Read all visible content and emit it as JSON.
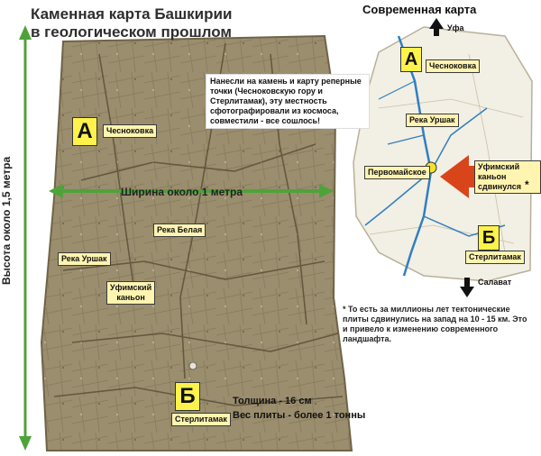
{
  "titles": {
    "left_line1": "Каменная карта Башкирии",
    "left_line2": "в геологическом прошлом",
    "right": "Современная карта"
  },
  "dimensions": {
    "height": "Высота около 1,5 метра",
    "width": "Ширина около 1 метра",
    "thickness": "Толщина - 16 см",
    "weight": "Вес плиты - более 1 тонны"
  },
  "stone_map": {
    "marker_a": "А",
    "marker_b": "Б",
    "labels": {
      "chesnokovka": "Чесноковка",
      "belaya": "Река Белая",
      "urshak": "Река Уршак",
      "canyon": "Уфимский\nканьон",
      "sterlitamak": "Стерлитамак"
    }
  },
  "note_text": "Нанесли на камень и карту реперные точки (Чесноковскую гору и Стерлитамак), эту местность сфотографировали из космоса, совместили - все сошлось!",
  "modern_map": {
    "marker_a": "А",
    "marker_b": "Б",
    "labels": {
      "chesnokovka": "Чесноковка",
      "urshak": "Река Уршак",
      "pervomaiskoe": "Первомайское",
      "canyon": "Уфимский\nканьон сдвинулся",
      "canyon_star": "*",
      "sterlitamak": "Стерлитамак"
    },
    "directions": {
      "north": "Уфа",
      "south": "Салават"
    }
  },
  "footnote": "* То есть за миллионы лет тектонические плиты сдвинулись на запад на 10 - 15 км. Это и привело к изменению современного ландшафта.",
  "colors": {
    "stone": "#9b8e6e",
    "stone_dark": "#6f6448",
    "modern_bg": "#f2efe4",
    "rivers": "#2f7fc1",
    "arrow_green": "#4fa23a",
    "arrow_red": "#d9451b",
    "label_fill": "#fff4b0",
    "marker_fill": "#fff24a"
  }
}
